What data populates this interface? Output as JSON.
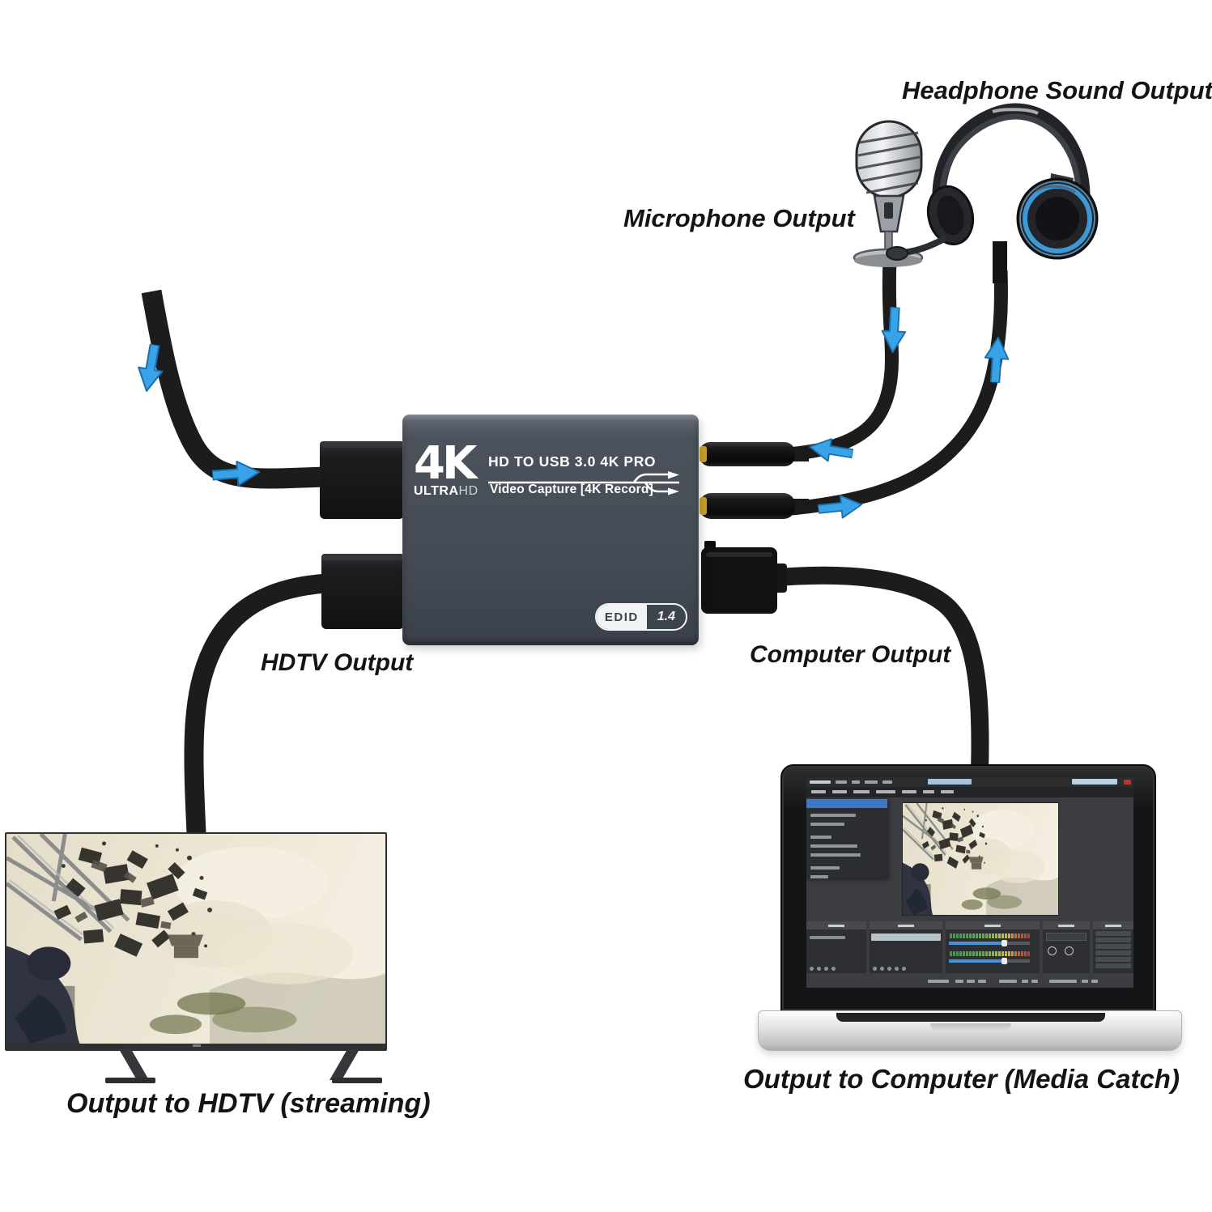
{
  "labels": {
    "headphone_sound_output": "Headphone Sound Output",
    "microphone_output": "Microphone Output",
    "hdtv_output": "HDTV Output",
    "computer_output": "Computer Output",
    "output_to_hdtv": "Output to HDTV (streaming)",
    "output_to_computer": "Output to Computer (Media Catch)"
  },
  "device": {
    "logo_4k": "4K",
    "logo_ultra": "ULTRA",
    "logo_hd": "HD",
    "title_line1": "HD TO USB 3.0 4K PRO",
    "title_line2": "Video Capture [4K Record]",
    "edid_label": "EDID",
    "edid_version": "1.4"
  },
  "colors": {
    "arrow_blue": "#38a3e8",
    "device_body": "#4a515b",
    "cable_black": "#1c1c1c",
    "menu_highlight_blue": "#3d78c8",
    "slider_blue": "#4a90d9",
    "meter_green": "#2f9e43",
    "meter_red": "#c0392b",
    "headset_glow": "#3f9fe0"
  },
  "icons": [
    "arrow-down-icon",
    "arrow-right-icon",
    "arrow-left-icon",
    "arrow-up-icon",
    "split-flow-icon",
    "microphone-icon",
    "headset-icon"
  ]
}
